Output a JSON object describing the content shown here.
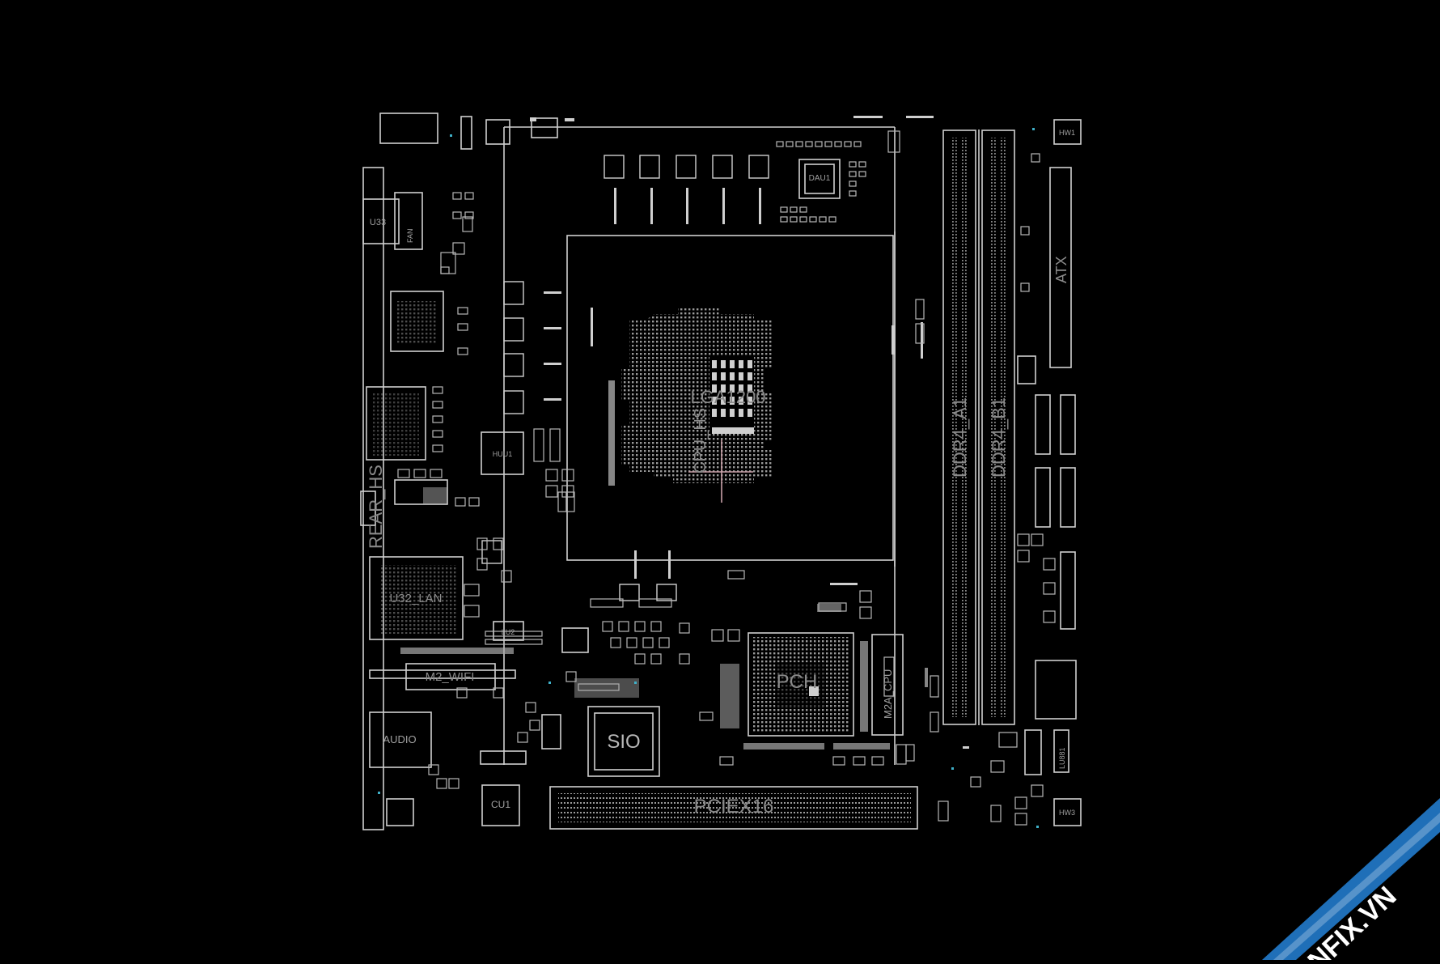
{
  "board": {
    "labels": {
      "cpu_socket": "LGA1200",
      "pch": "PCH",
      "sio": "SIO",
      "pcie": "PCIEX16",
      "ddr_a": "DDR4_A1",
      "ddr_b": "DDR4_B1",
      "atx": "ATX",
      "lan": "U32_LAN",
      "wifi": "M2_WIFI",
      "audio": "AUDIO",
      "m2a": "M2A_CPU",
      "cpu_hs": "CPU_HS",
      "rear_hs": "REAR_HS",
      "cu1": "CU1",
      "u33": "U33",
      "dau1": "DAU1",
      "hu1": "HUU1",
      "lu2": "LU2",
      "lu881": "LU881",
      "hw1": "HW1",
      "hw3": "HW3",
      "fan": "FAN"
    },
    "colors": {
      "background": "#000000",
      "outline": "#cfcfcf",
      "pad": "#9a9a9a",
      "cross": "#c8a0a8",
      "marker": "#3fb0c8"
    }
  },
  "watermark": {
    "text": "HNFIX.VN",
    "color": "#1f6fb8"
  }
}
